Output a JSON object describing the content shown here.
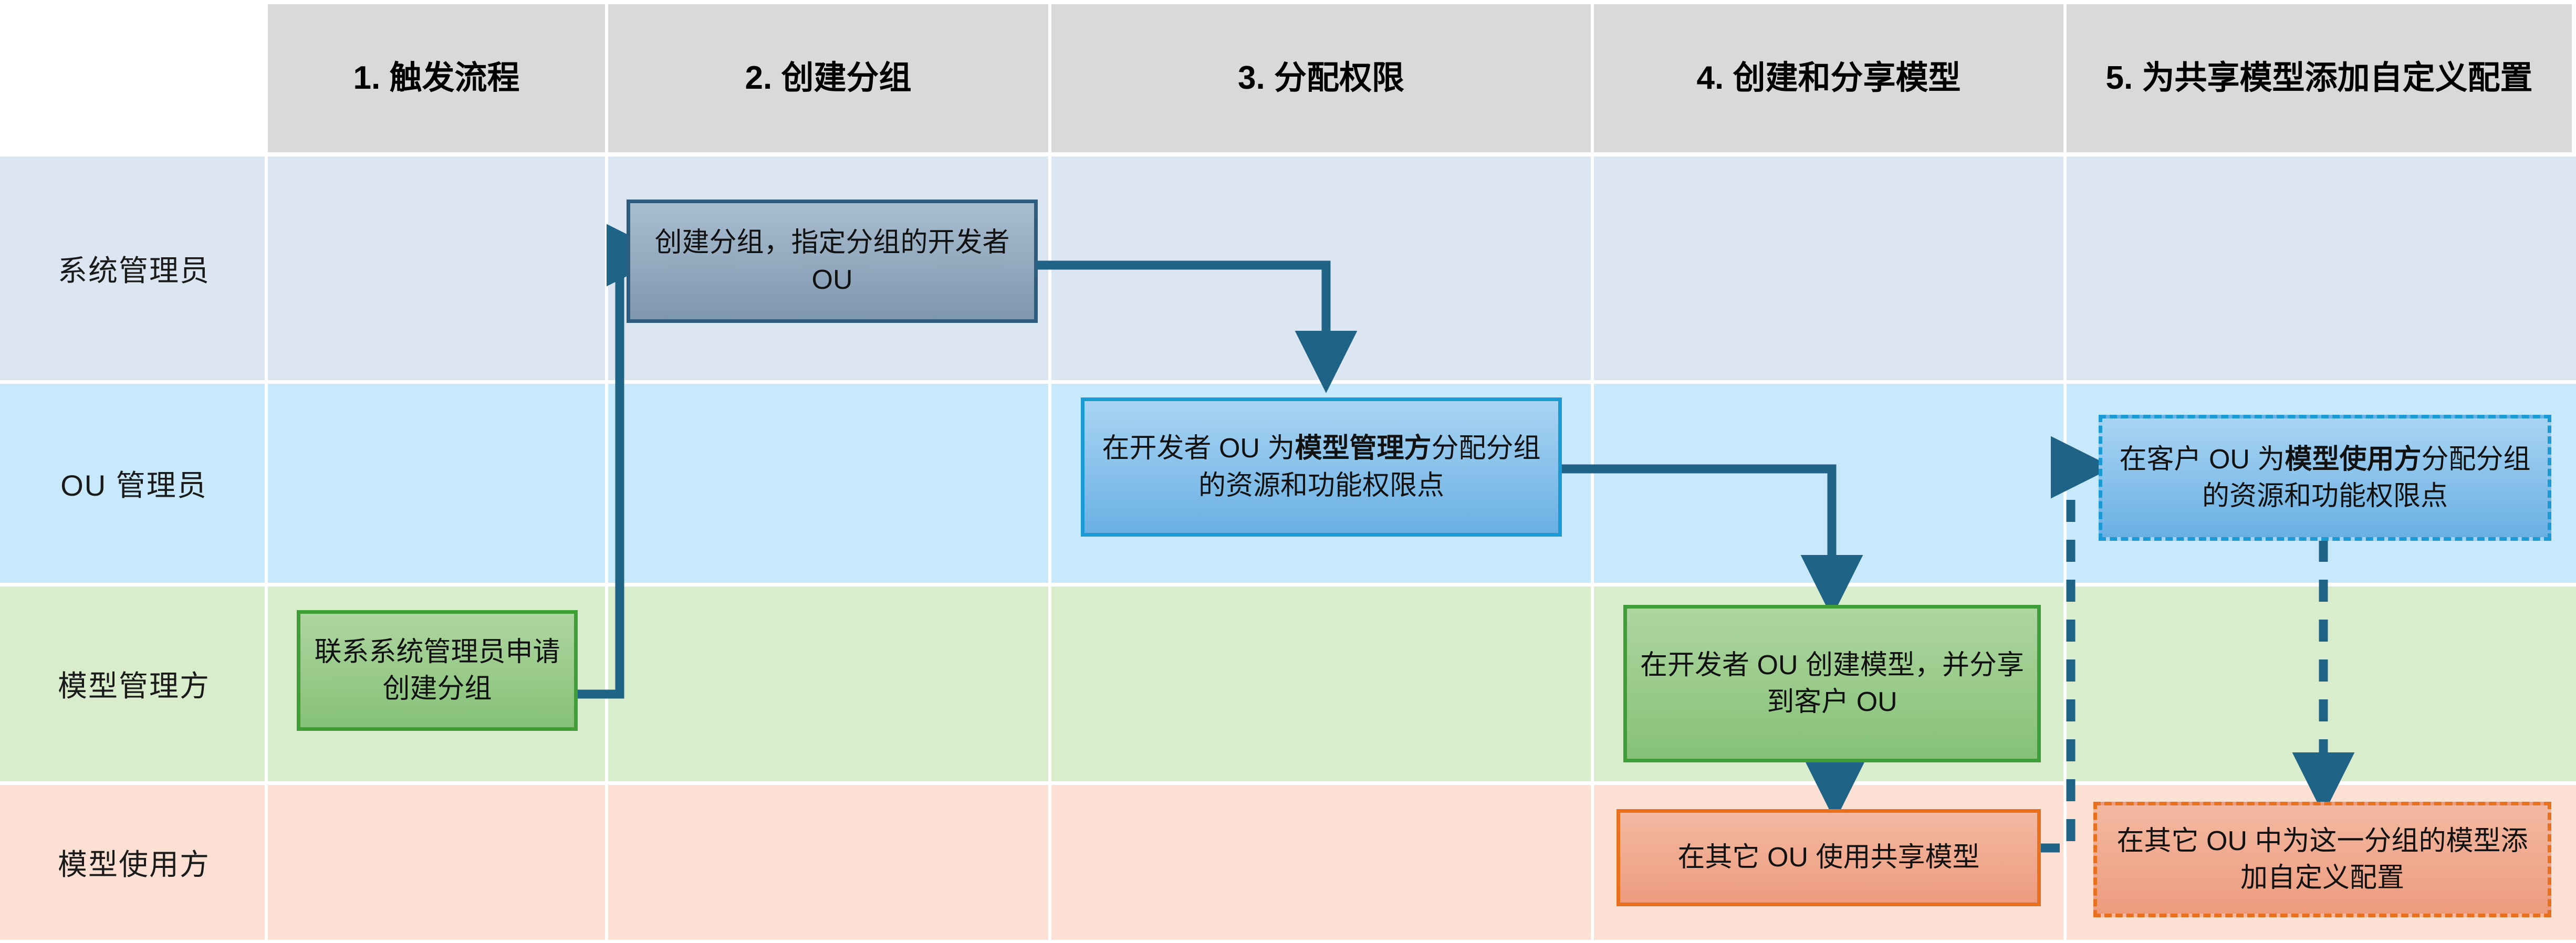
{
  "diagram": {
    "title_present": false,
    "colors": {
      "header_bg": "#d9d9d9",
      "lane1_bg": "#dce6f2",
      "lane2_bg": "#c8e8fb",
      "lane3_bg": "#d9edcd",
      "lane4_bg": "#fbe0d3",
      "connector": "#1f6487",
      "box_grey_border": "#2e5c7e",
      "box_blue_border": "#1b9ad6",
      "box_green_border": "#3f9e35",
      "box_orange_border": "#e8701f"
    }
  },
  "columns": [
    {
      "id": "col1",
      "label": "1. 触发流程"
    },
    {
      "id": "col2",
      "label": "2. 创建分组"
    },
    {
      "id": "col3",
      "label": "3. 分配权限"
    },
    {
      "id": "col4",
      "label": "4. 创建和分享模型"
    },
    {
      "id": "col5",
      "label": "5. 为共享模型添加自定义配置"
    }
  ],
  "lanes": [
    {
      "id": "lane1",
      "label": "系统管理员"
    },
    {
      "id": "lane2",
      "label": "OU 管理员"
    },
    {
      "id": "lane3",
      "label": "模型管理方"
    },
    {
      "id": "lane4",
      "label": "模型使用方"
    }
  ],
  "boxes": [
    {
      "id": "box-contact-admin",
      "lane": "模型管理方",
      "column": "1. 触发流程",
      "style": "green-solid",
      "text": "联系系统管理员申请创建分组"
    },
    {
      "id": "box-create-group",
      "lane": "系统管理员",
      "column": "2. 创建分组",
      "style": "grey-solid",
      "text": "创建分组，指定分组的开发者 OU"
    },
    {
      "id": "box-assign-owner-perms",
      "lane": "OU 管理员",
      "column": "3. 分配权限",
      "style": "blue-solid",
      "text_before": "在开发者 OU 为",
      "text_bold": "模型管理方",
      "text_after": "分配分组的资源和功能权限点"
    },
    {
      "id": "box-create-share-model",
      "lane": "模型管理方",
      "column": "4. 创建和分享模型",
      "style": "green-solid",
      "text": "在开发者 OU 创建模型，并分享到客户 OU"
    },
    {
      "id": "box-use-shared-model",
      "lane": "模型使用方",
      "column": "4. 创建和分享模型",
      "style": "orange-solid",
      "text": "在其它 OU 使用共享模型"
    },
    {
      "id": "box-assign-user-perms",
      "lane": "OU 管理员",
      "column": "5. 为共享模型添加自定义配置",
      "style": "blue-dashed",
      "text_before": "在客户 OU 为",
      "text_bold": "模型使用方",
      "text_after": "分配分组的资源和功能权限点"
    },
    {
      "id": "box-add-custom-config",
      "lane": "模型使用方",
      "column": "5. 为共享模型添加自定义配置",
      "style": "orange-dashed",
      "text": "在其它 OU 中为这一分组的模型添加自定义配置"
    }
  ],
  "connectors": [
    {
      "id": "conn-contact-to-create",
      "from": "box-contact-admin",
      "to": "box-create-group",
      "line": "solid",
      "arrow": "right"
    },
    {
      "id": "conn-create-to-assign",
      "from": "box-create-group",
      "to": "box-assign-owner-perms",
      "line": "solid",
      "arrow": "down"
    },
    {
      "id": "conn-assign-to-model",
      "from": "box-assign-owner-perms",
      "to": "box-create-share-model",
      "line": "solid",
      "arrow": "down"
    },
    {
      "id": "conn-model-to-use",
      "from": "box-create-share-model",
      "to": "box-use-shared-model",
      "line": "solid",
      "arrow": "down"
    },
    {
      "id": "conn-use-to-userperms",
      "from": "box-use-shared-model",
      "to": "box-assign-user-perms",
      "line": "dashed",
      "arrow": "right"
    },
    {
      "id": "conn-userperms-to-config",
      "from": "box-assign-user-perms",
      "to": "box-add-custom-config",
      "line": "dashed",
      "arrow": "down"
    }
  ]
}
